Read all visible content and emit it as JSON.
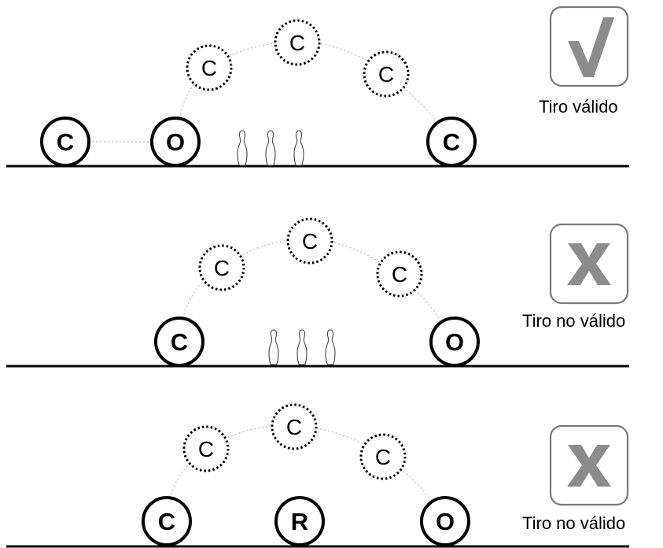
{
  "panels": [
    {
      "balls": [
        "C",
        "O",
        "C",
        "C",
        "C",
        "C"
      ],
      "pins": 3,
      "result": {
        "icon": "check-icon",
        "label": "Tiro válido"
      }
    },
    {
      "balls": [
        "C",
        "C",
        "C",
        "C",
        "O"
      ],
      "pins": 3,
      "result": {
        "icon": "cross-icon",
        "label": "Tiro no válido"
      }
    },
    {
      "balls": [
        "C",
        "R",
        "C",
        "C",
        "C",
        "O"
      ],
      "result": {
        "icon": "cross-icon",
        "label": "Tiro no válido"
      }
    }
  ],
  "colors": {
    "ink": "#000000",
    "icon_fill": "#8c8c8c",
    "icon_border": "#7a7a7a"
  }
}
